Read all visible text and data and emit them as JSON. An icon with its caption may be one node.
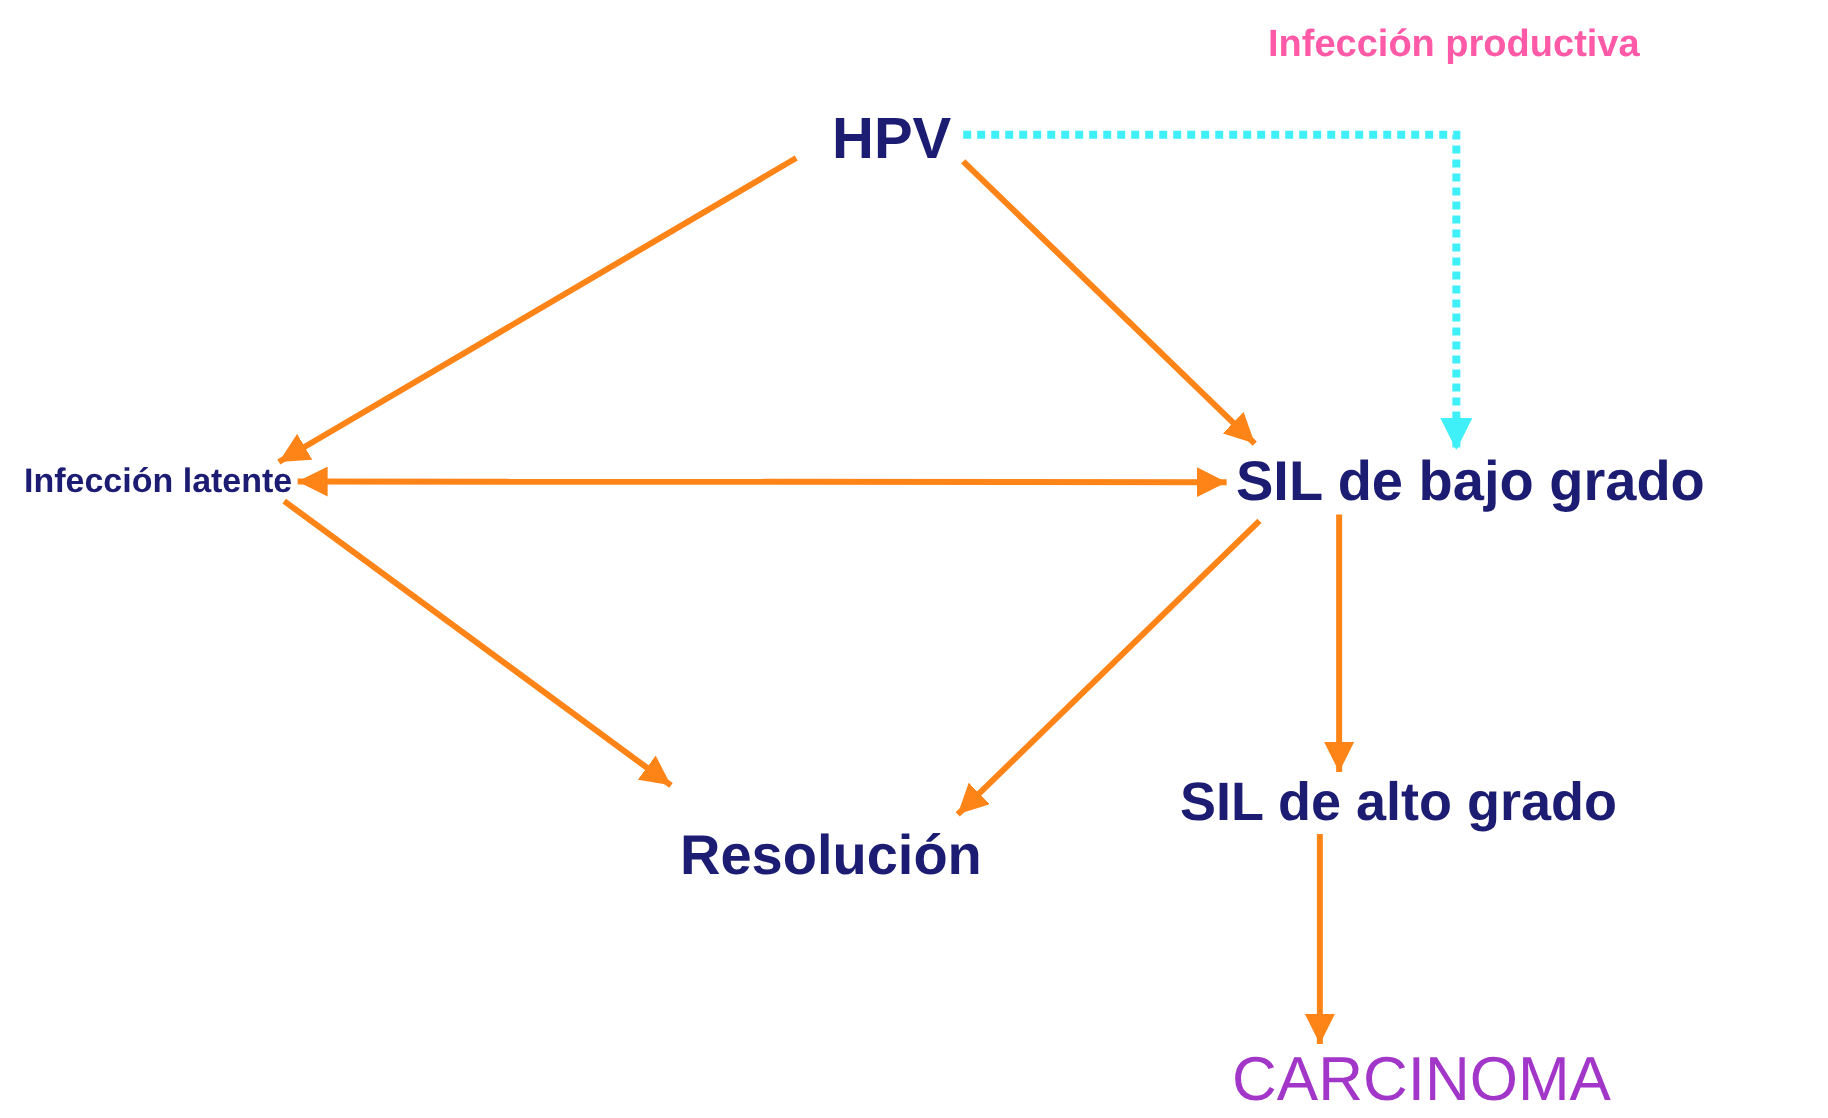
{
  "diagram": {
    "nodes": [
      {
        "text": [
          "HPV"
        ]
      },
      {
        "text": [
          "Infección latente"
        ]
      },
      {
        "text": [
          "SIL de bajo grado"
        ]
      },
      {
        "text": [
          "Resolución"
        ]
      },
      {
        "text": [
          "SIL de alto grado"
        ]
      },
      {
        "text": [
          "CARCINOMA"
        ]
      }
    ],
    "edges": [
      {
        "from": 0,
        "to": 1,
        "arrow": "to"
      },
      {
        "from": 0,
        "to": 2,
        "arrow": "to"
      },
      {
        "from": 0,
        "to": 2,
        "arrow": "to",
        "style": "dashed",
        "color": "#40f0f8",
        "label": "Infección productiva"
      },
      {
        "from": 1,
        "to": 2,
        "arrow": "both"
      },
      {
        "from": 1,
        "to": 3,
        "arrow": "to"
      },
      {
        "from": 2,
        "to": 3,
        "arrow": "to"
      },
      {
        "from": 2,
        "to": 4,
        "arrow": "to"
      },
      {
        "from": 4,
        "to": 5,
        "arrow": "to"
      }
    ]
  }
}
